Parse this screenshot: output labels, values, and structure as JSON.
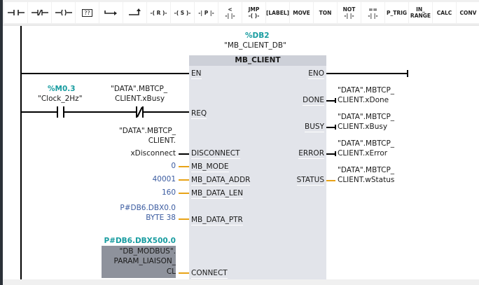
{
  "toolbar": {
    "items": [
      {
        "name": "normally-open-contact",
        "label": ""
      },
      {
        "name": "normally-closed-contact",
        "label": ""
      },
      {
        "name": "output-coil",
        "label": ""
      },
      {
        "name": "empty-box",
        "label": "??"
      },
      {
        "name": "open-branch",
        "label": ""
      },
      {
        "name": "close-branch",
        "label": ""
      },
      {
        "name": "reset-coil",
        "label": "R"
      },
      {
        "name": "set-coil",
        "label": "S"
      },
      {
        "name": "positive-edge-contact",
        "label": "P"
      },
      {
        "name": "compare-less",
        "label": "<"
      },
      {
        "name": "jump",
        "label": "JMP"
      },
      {
        "name": "label",
        "label": "[LABEL]"
      },
      {
        "name": "move",
        "label": "MOVE"
      },
      {
        "name": "ton",
        "label": "TON"
      },
      {
        "name": "not",
        "label": "NOT"
      },
      {
        "name": "compare-equal",
        "label": "=="
      },
      {
        "name": "p-trig",
        "label": "P_TRIG"
      },
      {
        "name": "in-range",
        "label": "IN_\nRANGE"
      },
      {
        "name": "calc",
        "label": "CALC"
      },
      {
        "name": "conv",
        "label": "CONV"
      }
    ]
  },
  "instance": {
    "address": "%DB2",
    "name": "\"MB_CLIENT_DB\""
  },
  "block": {
    "title": "MB_CLIENT",
    "inputs": [
      "EN",
      "REQ",
      "DISCONNECT",
      "MB_MODE",
      "MB_DATA_ADDR",
      "MB_DATA_LEN",
      "MB_DATA_PTR",
      "CONNECT"
    ],
    "outputs": [
      "ENO",
      "DONE",
      "BUSY",
      "ERROR",
      "STATUS"
    ]
  },
  "contacts": {
    "clock": {
      "address": "%M0.3",
      "name": "\"Clock_2Hz\""
    },
    "busy_nc": {
      "line1": "\"DATA\".MBTCP_",
      "line2": "CLIENT.xBusy"
    }
  },
  "params": {
    "disconnect": {
      "line1": "\"DATA\".MBTCP_",
      "line2": "CLIENT.",
      "line3": "xDisconnect"
    },
    "mb_mode": "0",
    "mb_data_addr": "40001",
    "mb_data_len": "160",
    "mb_data_ptr": {
      "line1": "P#DB6.DBX0.0",
      "line2": "BYTE 38"
    },
    "connect": {
      "address": "P#DB6.DBX500.0",
      "line1": "\"DB_MODBUS\".",
      "line2": "PARAM_LIAISON_",
      "line3": "CL"
    }
  },
  "outputs": {
    "done": {
      "line1": "\"DATA\".MBTCP_",
      "line2": "CLIENT.xDone"
    },
    "busy": {
      "line1": "\"DATA\".MBTCP_",
      "line2": "CLIENT.xBusy"
    },
    "error": {
      "line1": "\"DATA\".MBTCP_",
      "line2": "CLIENT.xError"
    },
    "status": {
      "line1": "\"DATA\".MBTCP_",
      "line2": "CLIENT.wStatus"
    }
  },
  "colors": {
    "teal": "#189ca0",
    "constant_blue": "#3a5ba0",
    "wire_orange": "#e8a317",
    "block_bg": "#e2e4ea"
  }
}
